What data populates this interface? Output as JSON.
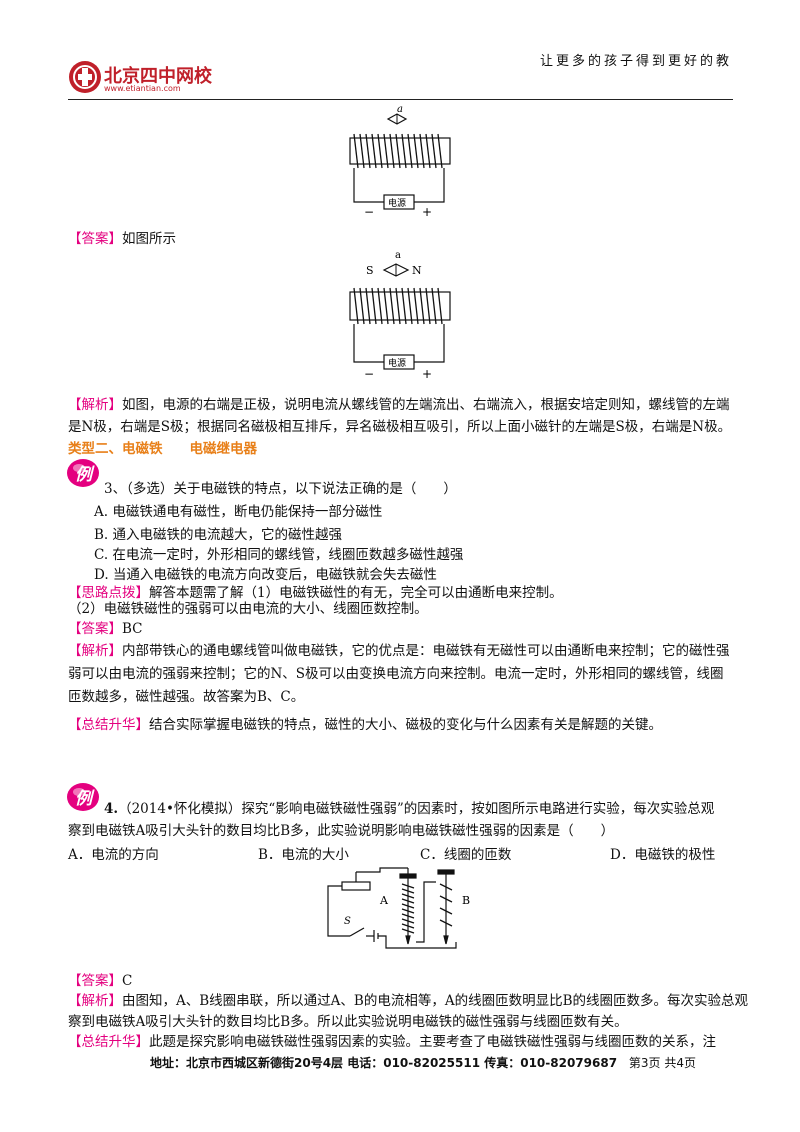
{
  "header": {
    "logo_text": "北京四中网校",
    "logo_url": "www.etiantian.com",
    "slogan": "让更多的孩子得到更好的教"
  },
  "fig1": {
    "needle": "a",
    "power": "电源",
    "minus": "−",
    "plus": "+"
  },
  "answer1": {
    "tag": "【答案】",
    "text": "如图所示"
  },
  "fig2": {
    "needle": "a",
    "s": "S",
    "n": "N",
    "power": "电源",
    "minus": "−",
    "plus": "+"
  },
  "analysis1": {
    "tag": "【解析】",
    "line1": "如图，电源的右端是正极，说明电流从螺线管的左端流出、右端流入，根据安培定则知，螺线管的左端",
    "line2": "是N极，右端是S极；根据同名磁极相互排斥，异名磁极相互吸引，所以上面小磁针的左端是S极，右端是N极。"
  },
  "section2": {
    "title": "类型二、电磁铁　　电磁继电器"
  },
  "badge": "例",
  "q3": {
    "stem": "3、（多选）关于电磁铁的特点，以下说法正确的是（　　）",
    "options": [
      "A.  电磁铁通电有磁性，断电仍能保持一部分磁性",
      "B.  通入电磁铁的电流越大，它的磁性越强",
      "C.  在电流一定时，外形相同的螺线管，线圈匝数越多磁性越强",
      "D.  当通入电磁铁的电流方向改变后，电磁铁就会失去磁性"
    ],
    "hint_tag": "【思路点拨】",
    "hint_line1": "解答本题需了解（1）电磁铁磁性的有无，完全可以由通断电来控制。",
    "hint_line2": "（2）电磁铁磁性的强弱可以由电流的大小、线圈匝数控制。",
    "answer_tag": "【答案】",
    "answer": "BC",
    "analysis_tag": "【解析】",
    "analysis_line1": "内部带铁心的通电螺线管叫做电磁铁，它的优点是：电磁铁有无磁性可以由通断电来控制；它的磁性强",
    "analysis_line2": "弱可以由电流的强弱来控制；它的N、S极可以由变换电流方向来控制。电流一定时，外形相同的螺线管，线圈",
    "analysis_line3": "匝数越多，磁性越强。故答案为B、C。",
    "summary_tag": "【总结升华】",
    "summary": "结合实际掌握电磁铁的特点，磁性的大小、磁极的变化与什么因素有关是解题的关键。"
  },
  "q4": {
    "num": "4.",
    "stem_line1": "（2014•怀化模拟）探究“影响电磁铁磁性强弱”的因素时，按如图所示电路进行实验，每次实验总观",
    "stem_line2": "察到电磁铁A吸引大头针的数目均比B多，此实验说明影响电磁铁磁性强弱的因素是（　　）",
    "options": [
      "A．电流的方向",
      "B．电流的大小",
      "C．线圈的匝数",
      "D．电磁铁的极性"
    ],
    "fig_a": "A",
    "fig_b": "B",
    "fig_s": "S",
    "answer_tag": "【答案】",
    "answer": "C",
    "analysis_tag": "【解析】",
    "analysis_line1": "由图知，A、B线圈串联，所以通过A、B的电流相等，A的线圈匝数明显比B的线圈匝数多。每次实验总观",
    "analysis_line2": "察到电磁铁A吸引大头针的数目均比B多。所以此实验说明电磁铁的磁性强弱与线圈匝数有关。",
    "summary_tag": "【总结升华】",
    "summary": "此题是探究影响电磁铁磁性强弱因素的实验。主要考查了电磁铁磁性强弱与线圈匝数的关系，注"
  },
  "footer": {
    "address": "地址：北京市西城区新德街20号4层  电话：010-82025511  传真：010-82079687",
    "page": "第3页  共4页"
  }
}
